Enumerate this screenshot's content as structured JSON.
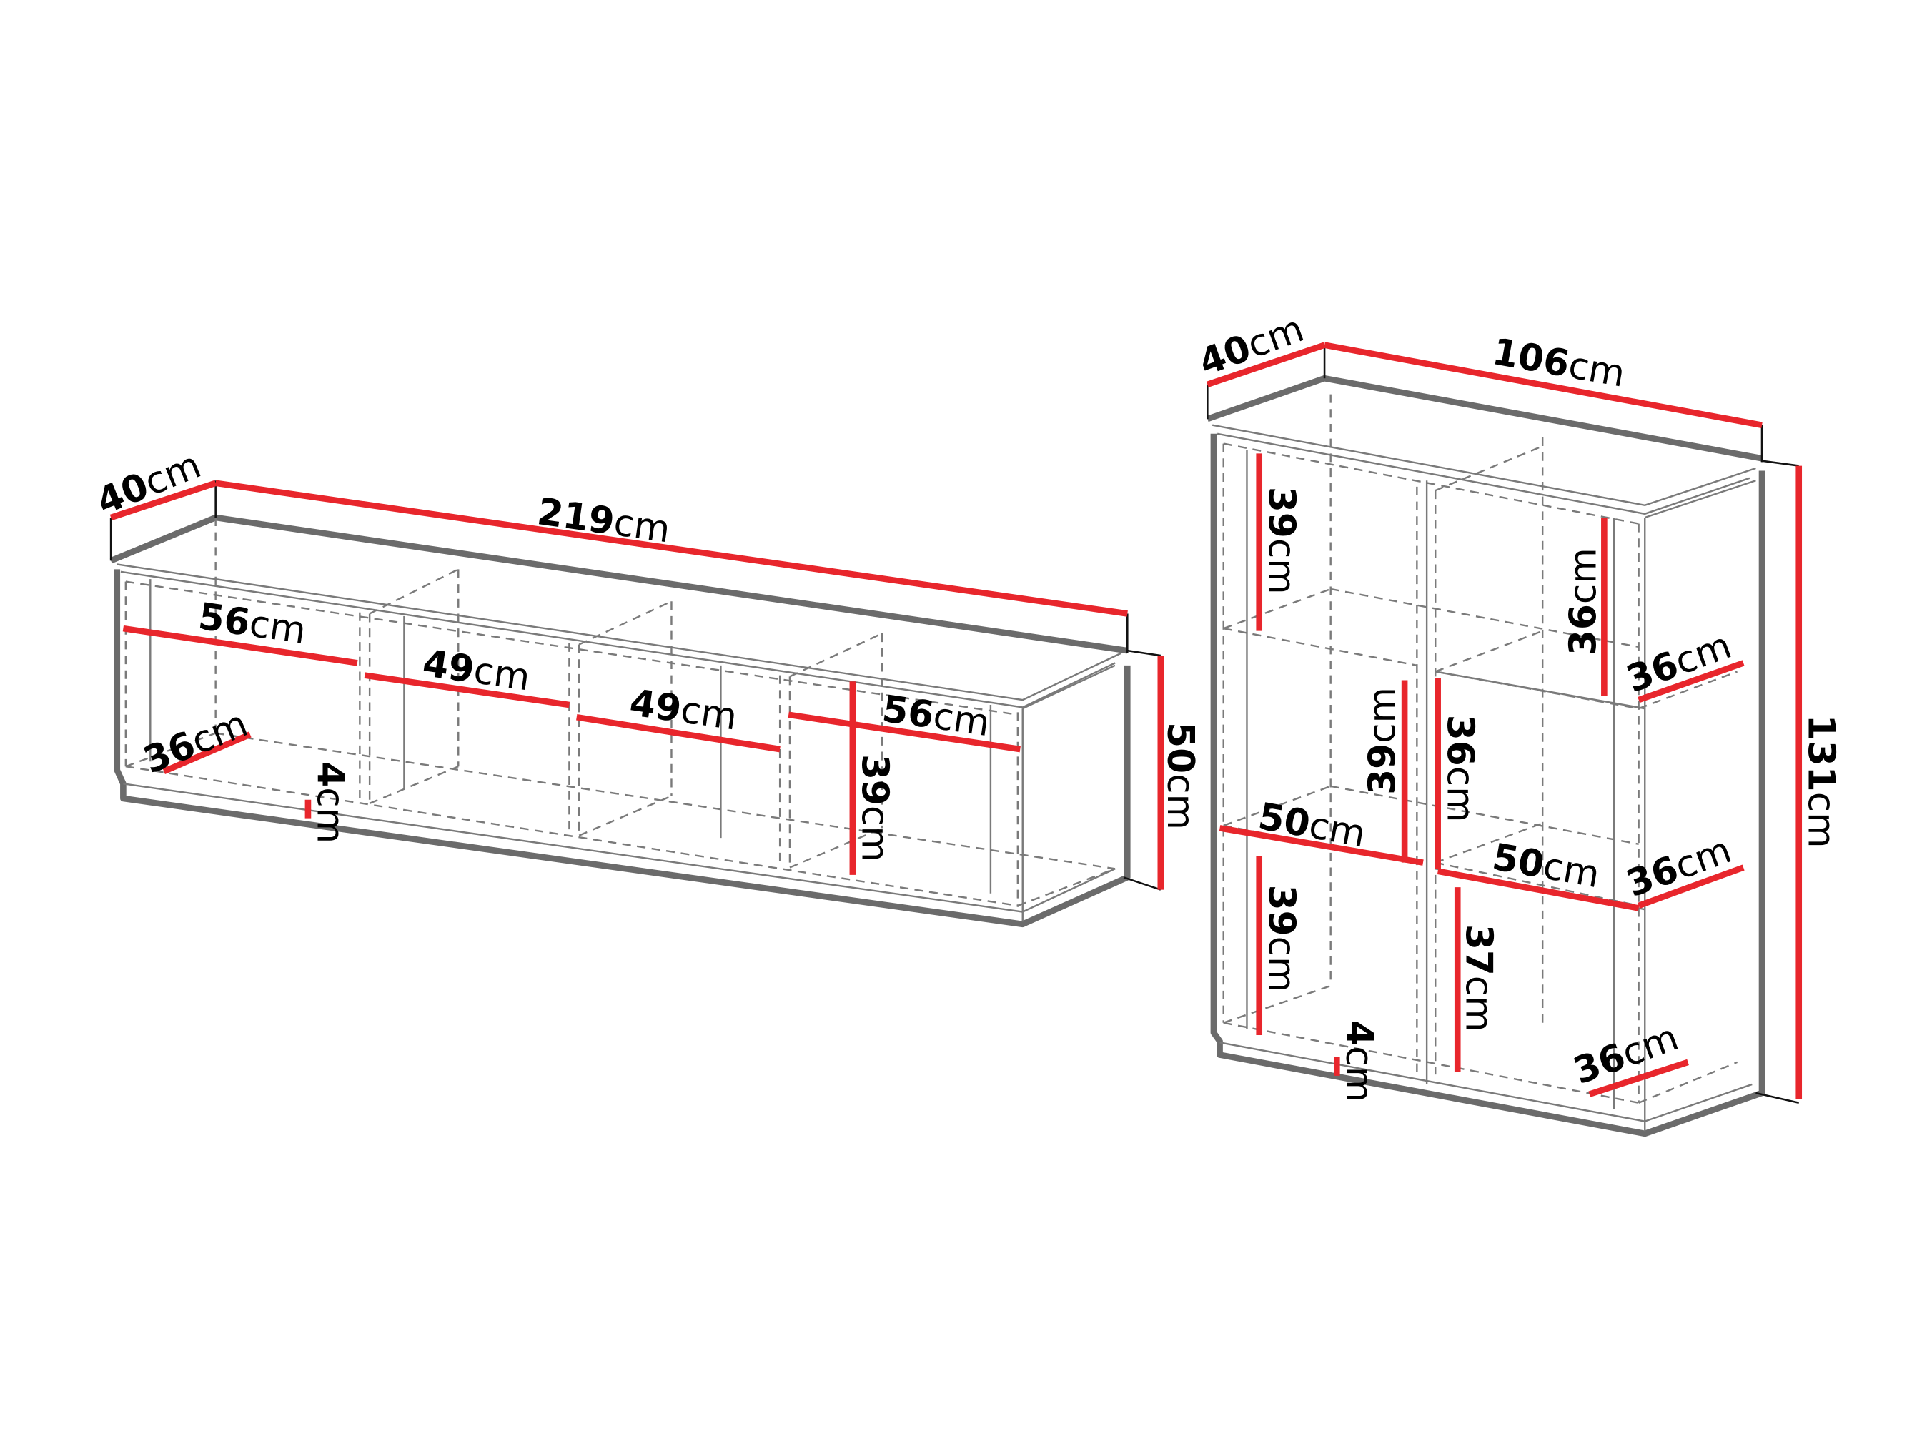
{
  "colors": {
    "background": "#ffffff",
    "dimension_line": "#e8262c",
    "outline": "#6b6b6b",
    "hidden_edges": "#7a7a7a",
    "text": "#000000"
  },
  "unit": "cm",
  "sideboard": {
    "name": "low sideboard",
    "dimensions": {
      "depth": {
        "value": "40",
        "unit": "cm"
      },
      "width": {
        "value": "219",
        "unit": "cm"
      },
      "height": {
        "value": "50",
        "unit": "cm"
      },
      "plinth": {
        "value": "4",
        "unit": "cm"
      },
      "compartment_1_width": {
        "value": "56",
        "unit": "cm"
      },
      "compartment_2_width": {
        "value": "49",
        "unit": "cm"
      },
      "compartment_3_width": {
        "value": "49",
        "unit": "cm"
      },
      "compartment_4_width": {
        "value": "56",
        "unit": "cm"
      },
      "interior_depth": {
        "value": "36",
        "unit": "cm"
      },
      "interior_height": {
        "value": "39",
        "unit": "cm"
      }
    }
  },
  "highboard": {
    "name": "tall cabinet",
    "dimensions": {
      "depth": {
        "value": "40",
        "unit": "cm"
      },
      "width": {
        "value": "106",
        "unit": "cm"
      },
      "height": {
        "value": "131",
        "unit": "cm"
      },
      "plinth": {
        "value": "4",
        "unit": "cm"
      },
      "left_top_height": {
        "value": "39",
        "unit": "cm"
      },
      "left_middle_height": {
        "value": "39",
        "unit": "cm"
      },
      "left_bottom_height": {
        "value": "39",
        "unit": "cm"
      },
      "left_shelf_width": {
        "value": "50",
        "unit": "cm"
      },
      "right_top_height": {
        "value": "36",
        "unit": "cm"
      },
      "right_middle_height": {
        "value": "36",
        "unit": "cm"
      },
      "right_bottom_height": {
        "value": "37",
        "unit": "cm"
      },
      "right_shelf_width": {
        "value": "50",
        "unit": "cm"
      },
      "right_top_depth": {
        "value": "36",
        "unit": "cm"
      },
      "right_middle_depth": {
        "value": "36",
        "unit": "cm"
      },
      "right_bottom_depth": {
        "value": "36",
        "unit": "cm"
      }
    }
  }
}
